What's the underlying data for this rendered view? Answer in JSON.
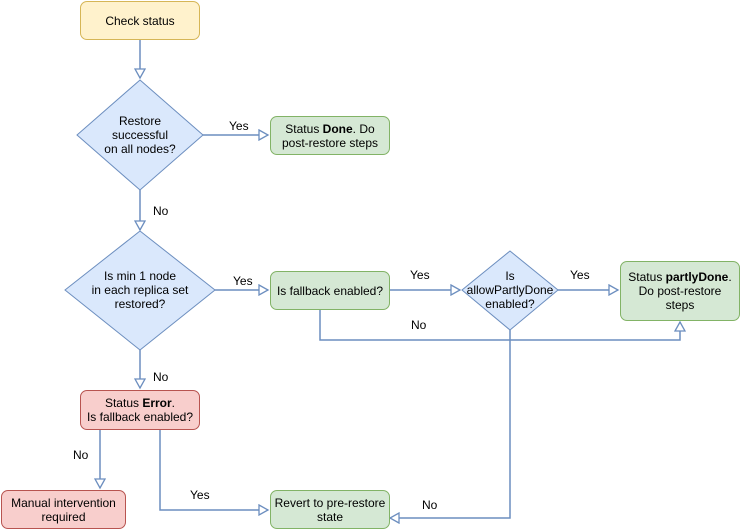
{
  "nodes": {
    "check_status": "Check status",
    "restore_successful": "Restore\nsuccessful\non all nodes?",
    "status_done": {
      "prefix": "Status ",
      "bold": "Done",
      "suffix": ". Do\npost-restore steps"
    },
    "min_one_node": "Is min 1 node\nin each replica set\nrestored?",
    "fallback_enabled": "Is fallback enabled?",
    "allow_partly_done": "Is\nallowPartlyDone\nenabled?",
    "status_partly_done": {
      "prefix": "Status ",
      "bold": "partlyDone",
      "suffix": ".\nDo post-restore\nsteps"
    },
    "status_error": {
      "prefix": "Status ",
      "bold": "Error",
      "suffix": ".\nIs fallback enabled?"
    },
    "manual_intervention": "Manual intervention\nrequired",
    "revert": "Revert to pre-restore\nstate"
  },
  "edge_labels": {
    "restore_yes": "Yes",
    "restore_no": "No",
    "min_yes": "Yes",
    "min_no": "No",
    "fallback_yes": "Yes",
    "fallback_no": "No",
    "allow_yes": "Yes",
    "allow_no": "No",
    "error_no": "No",
    "error_yes": "Yes"
  },
  "colors": {
    "edge": "#6c8ebf",
    "diamond_fill": "#dae8fc",
    "diamond_stroke": "#6c8ebf",
    "yellow_fill": "#fff2cc",
    "green_fill": "#d5e8d4",
    "red_fill": "#f8cecc"
  }
}
